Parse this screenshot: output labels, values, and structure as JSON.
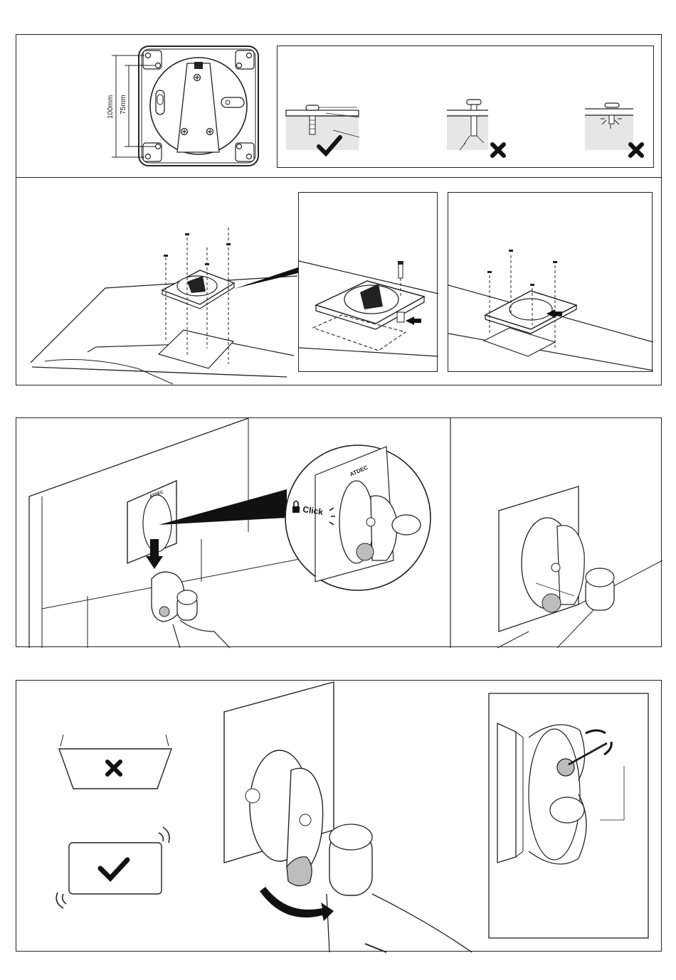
{
  "dims": {
    "outer": "100mm",
    "inner": "75mm"
  },
  "click_label": "Click",
  "brand": "ATDEC",
  "colors": {
    "line": "#222222",
    "shade": "#e6e6e6",
    "mid": "#bdbdbd",
    "dark": "#111111"
  },
  "icons": [
    "check-icon",
    "cross-icon",
    "lock-icon",
    "arrow-icon",
    "rotate-arrow-icon"
  ]
}
